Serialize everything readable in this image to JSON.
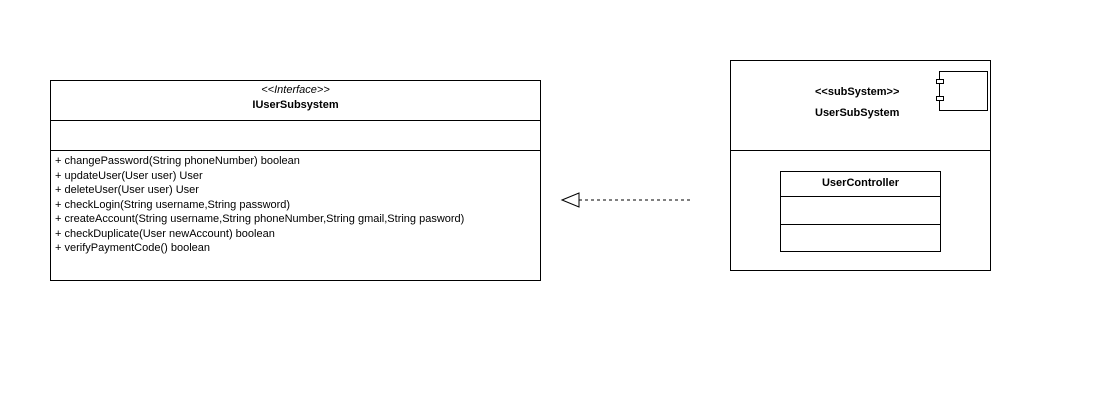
{
  "interface": {
    "stereotype": "<<Interface>>",
    "name": "IUserSubsystem",
    "methods": [
      "+ changePassword(String phoneNumber) boolean",
      "+ updateUser(User user) User",
      "+ deleteUser(User user) User",
      "+ checkLogin(String username,String password)",
      "+ createAccount(String username,String phoneNumber,String gmail,String pasword)",
      "+ checkDuplicate(User newAccount) boolean",
      "+ verifyPaymentCode() boolean"
    ]
  },
  "subsystem": {
    "stereotype": "<<subSystem>>",
    "name": "UserSubSystem",
    "icon": "component-icon",
    "controller": {
      "name": "UserController"
    }
  },
  "relationship": {
    "type": "realization",
    "line_style": "dashed",
    "arrow": "hollow-triangle",
    "color": "#000000"
  }
}
